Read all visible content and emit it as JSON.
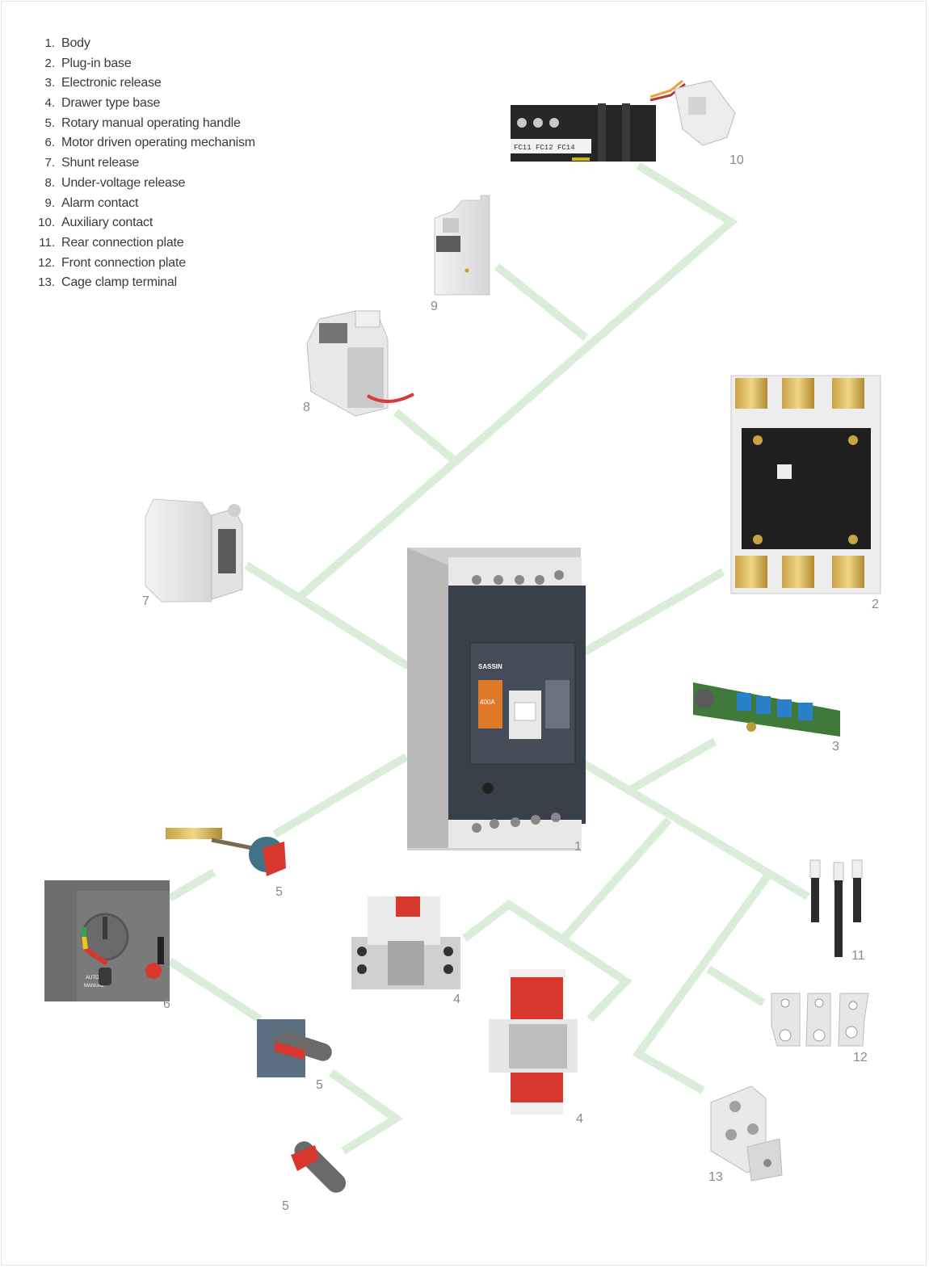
{
  "legend": [
    {
      "num": "1.",
      "label": "Body"
    },
    {
      "num": "2.",
      "label": "Plug-in base"
    },
    {
      "num": "3.",
      "label": "Electronic release"
    },
    {
      "num": "4.",
      "label": "Drawer type base"
    },
    {
      "num": "5.",
      "label": "Rotary manual operating handle"
    },
    {
      "num": "6.",
      "label": "Motor driven operating mechanism"
    },
    {
      "num": "7.",
      "label": "Shunt release"
    },
    {
      "num": "8.",
      "label": "Under-voltage release"
    },
    {
      "num": "9.",
      "label": "Alarm contact"
    },
    {
      "num": "10.",
      "label": "Auxiliary contact"
    },
    {
      "num": "11.",
      "label": "Rear connection plate"
    },
    {
      "num": "12.",
      "label": "Front connection plate"
    },
    {
      "num": "13.",
      "label": "Cage clamp terminal"
    }
  ],
  "callouts": {
    "auxiliary_contact": "10",
    "alarm_contact": "9",
    "under_voltage_release": "8",
    "shunt_release": "7",
    "plug_in_base": "2",
    "electronic_release": "3",
    "body": "1",
    "rotary_handle_a": "5",
    "motor_mechanism": "6",
    "drawer_base_a": "4",
    "drawer_base_b": "4",
    "rotary_handle_b": "5",
    "rotary_handle_c": "5",
    "rear_connection_plate": "11",
    "front_connection_plate": "12",
    "cage_clamp_terminal": "13"
  },
  "breaker": {
    "brand": "SASSIN",
    "rating": "400A"
  },
  "aux_terminal_text": "FC11 FC12 FC14",
  "motor_labels": {
    "auto": "AUTO",
    "manual": "MANUAL"
  },
  "colors": {
    "connector": "#d9edd9",
    "breaker_body": "#3a404a",
    "breaker_shell": "#cfcfcf",
    "accent_red": "#d8372d",
    "accent_blue": "#2a7fc9",
    "pcb_green": "#3f7a3a"
  }
}
